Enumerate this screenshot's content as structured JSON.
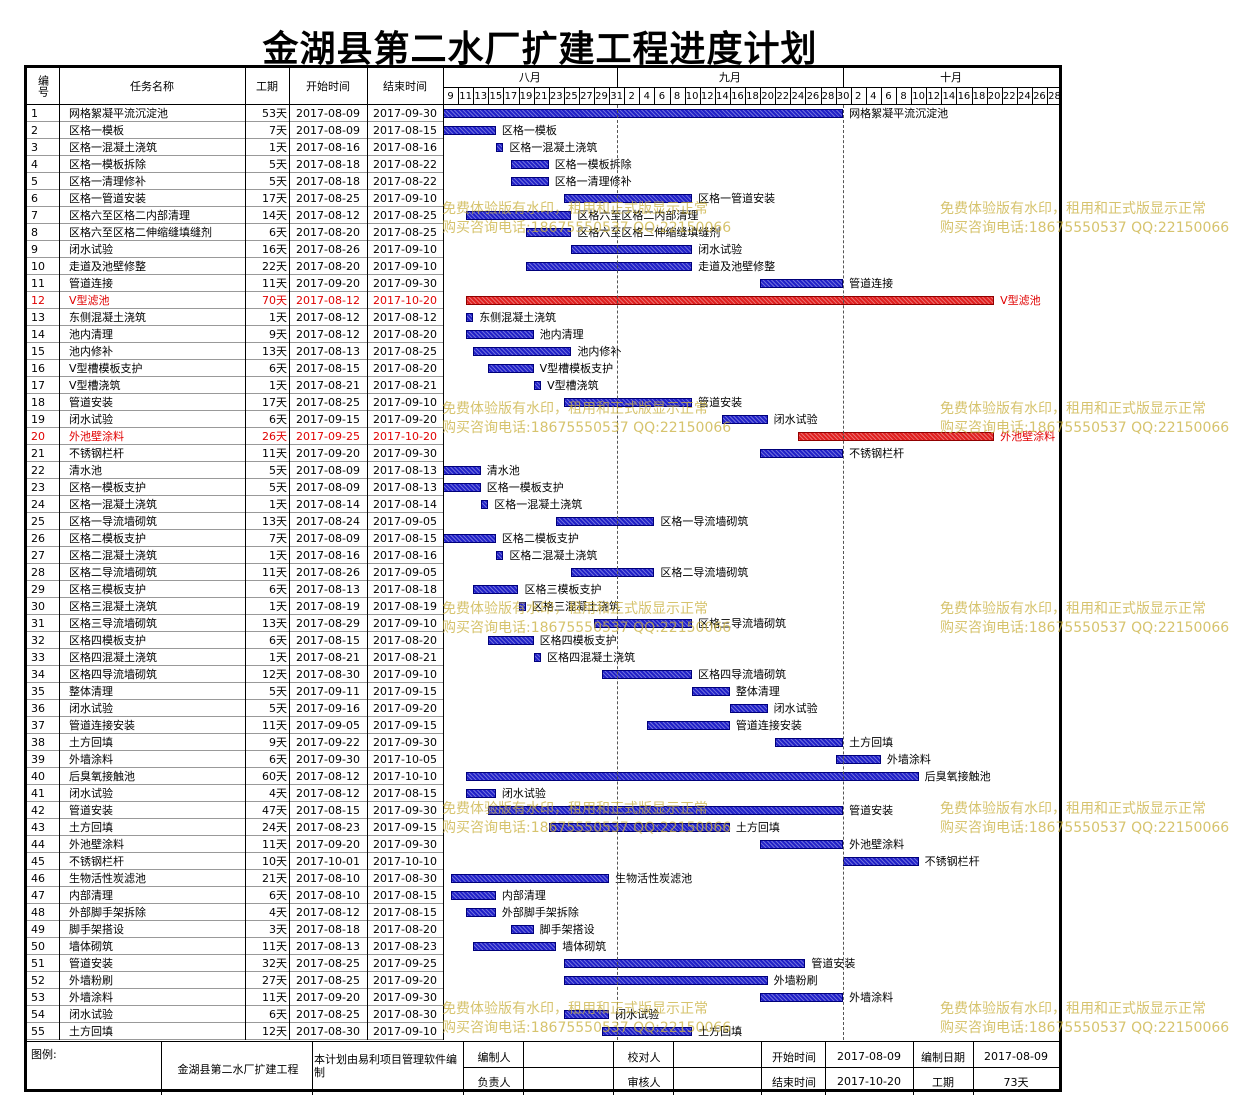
{
  "title": "金湖县第二水厂扩建工程进度计划",
  "columns": {
    "id": "编号",
    "name": "任务名称",
    "duration": "工期",
    "start": "开始时间",
    "end": "结束时间"
  },
  "months": [
    "八月",
    "九月",
    "十月"
  ],
  "day_ticks": [
    {
      "label": "9",
      "date": "2017-08-09"
    },
    {
      "label": "11",
      "date": "2017-08-11"
    },
    {
      "label": "13",
      "date": "2017-08-13"
    },
    {
      "label": "15",
      "date": "2017-08-15"
    },
    {
      "label": "17",
      "date": "2017-08-17"
    },
    {
      "label": "19",
      "date": "2017-08-19"
    },
    {
      "label": "21",
      "date": "2017-08-21"
    },
    {
      "label": "23",
      "date": "2017-08-23"
    },
    {
      "label": "25",
      "date": "2017-08-25"
    },
    {
      "label": "27",
      "date": "2017-08-27"
    },
    {
      "label": "29",
      "date": "2017-08-29"
    },
    {
      "label": "31",
      "date": "2017-08-31"
    },
    {
      "label": "2",
      "date": "2017-09-02"
    },
    {
      "label": "4",
      "date": "2017-09-04"
    },
    {
      "label": "6",
      "date": "2017-09-06"
    },
    {
      "label": "8",
      "date": "2017-09-08"
    },
    {
      "label": "10",
      "date": "2017-09-10"
    },
    {
      "label": "12",
      "date": "2017-09-12"
    },
    {
      "label": "14",
      "date": "2017-09-14"
    },
    {
      "label": "16",
      "date": "2017-09-16"
    },
    {
      "label": "18",
      "date": "2017-09-18"
    },
    {
      "label": "20",
      "date": "2017-09-20"
    },
    {
      "label": "22",
      "date": "2017-09-22"
    },
    {
      "label": "24",
      "date": "2017-09-24"
    },
    {
      "label": "26",
      "date": "2017-09-26"
    },
    {
      "label": "28",
      "date": "2017-09-28"
    },
    {
      "label": "30",
      "date": "2017-09-30"
    },
    {
      "label": "2",
      "date": "2017-10-02"
    },
    {
      "label": "4",
      "date": "2017-10-04"
    },
    {
      "label": "6",
      "date": "2017-10-06"
    },
    {
      "label": "8",
      "date": "2017-10-08"
    },
    {
      "label": "10",
      "date": "2017-10-10"
    },
    {
      "label": "12",
      "date": "2017-10-12"
    },
    {
      "label": "14",
      "date": "2017-10-14"
    },
    {
      "label": "16",
      "date": "2017-10-16"
    },
    {
      "label": "18",
      "date": "2017-10-18"
    },
    {
      "label": "20",
      "date": "2017-10-20"
    },
    {
      "label": "22",
      "date": "2017-10-22"
    },
    {
      "label": "24",
      "date": "2017-10-24"
    },
    {
      "label": "26",
      "date": "2017-10-26"
    },
    {
      "label": "28",
      "date": "2017-10-28"
    }
  ],
  "tasks": [
    {
      "id": "1",
      "name": "网格絮凝平流沉淀池",
      "duration": "53天",
      "start": "2017-08-09",
      "end": "2017-09-30",
      "critical": false
    },
    {
      "id": "2",
      "name": "区格一模板",
      "duration": "7天",
      "start": "2017-08-09",
      "end": "2017-08-15",
      "critical": false
    },
    {
      "id": "3",
      "name": "区格一混凝土浇筑",
      "duration": "1天",
      "start": "2017-08-16",
      "end": "2017-08-16",
      "critical": false
    },
    {
      "id": "4",
      "name": "区格一模板拆除",
      "duration": "5天",
      "start": "2017-08-18",
      "end": "2017-08-22",
      "critical": false
    },
    {
      "id": "5",
      "name": "区格一清理修补",
      "duration": "5天",
      "start": "2017-08-18",
      "end": "2017-08-22",
      "critical": false
    },
    {
      "id": "6",
      "name": "区格一管道安装",
      "duration": "17天",
      "start": "2017-08-25",
      "end": "2017-09-10",
      "critical": false
    },
    {
      "id": "7",
      "name": "区格六至区格二内部清理",
      "duration": "14天",
      "start": "2017-08-12",
      "end": "2017-08-25",
      "critical": false
    },
    {
      "id": "8",
      "name": "区格六至区格二伸缩缝填缝剂",
      "duration": "6天",
      "start": "2017-08-20",
      "end": "2017-08-25",
      "critical": false
    },
    {
      "id": "9",
      "name": "闭水试验",
      "duration": "16天",
      "start": "2017-08-26",
      "end": "2017-09-10",
      "critical": false
    },
    {
      "id": "10",
      "name": "走道及池壁修整",
      "duration": "22天",
      "start": "2017-08-20",
      "end": "2017-09-10",
      "critical": false
    },
    {
      "id": "11",
      "name": "管道连接",
      "duration": "11天",
      "start": "2017-09-20",
      "end": "2017-09-30",
      "critical": false
    },
    {
      "id": "12",
      "name": "V型滤池",
      "duration": "70天",
      "start": "2017-08-12",
      "end": "2017-10-20",
      "critical": true
    },
    {
      "id": "13",
      "name": "东侧混凝土浇筑",
      "duration": "1天",
      "start": "2017-08-12",
      "end": "2017-08-12",
      "critical": false
    },
    {
      "id": "14",
      "name": "池内清理",
      "duration": "9天",
      "start": "2017-08-12",
      "end": "2017-08-20",
      "critical": false
    },
    {
      "id": "15",
      "name": "池内修补",
      "duration": "13天",
      "start": "2017-08-13",
      "end": "2017-08-25",
      "critical": false
    },
    {
      "id": "16",
      "name": "V型槽模板支护",
      "duration": "6天",
      "start": "2017-08-15",
      "end": "2017-08-20",
      "critical": false
    },
    {
      "id": "17",
      "name": "V型槽浇筑",
      "duration": "1天",
      "start": "2017-08-21",
      "end": "2017-08-21",
      "critical": false
    },
    {
      "id": "18",
      "name": "管道安装",
      "duration": "17天",
      "start": "2017-08-25",
      "end": "2017-09-10",
      "critical": false
    },
    {
      "id": "19",
      "name": "闭水试验",
      "duration": "6天",
      "start": "2017-09-15",
      "end": "2017-09-20",
      "critical": false
    },
    {
      "id": "20",
      "name": "外池壁涂料",
      "duration": "26天",
      "start": "2017-09-25",
      "end": "2017-10-20",
      "critical": true
    },
    {
      "id": "21",
      "name": "不锈钢栏杆",
      "duration": "11天",
      "start": "2017-09-20",
      "end": "2017-09-30",
      "critical": false
    },
    {
      "id": "22",
      "name": "清水池",
      "duration": "5天",
      "start": "2017-08-09",
      "end": "2017-08-13",
      "critical": false
    },
    {
      "id": "23",
      "name": "区格一模板支护",
      "duration": "5天",
      "start": "2017-08-09",
      "end": "2017-08-13",
      "critical": false
    },
    {
      "id": "24",
      "name": "区格一混凝土浇筑",
      "duration": "1天",
      "start": "2017-08-14",
      "end": "2017-08-14",
      "critical": false
    },
    {
      "id": "25",
      "name": "区格一导流墙砌筑",
      "duration": "13天",
      "start": "2017-08-24",
      "end": "2017-09-05",
      "critical": false
    },
    {
      "id": "26",
      "name": "区格二模板支护",
      "duration": "7天",
      "start": "2017-08-09",
      "end": "2017-08-15",
      "critical": false
    },
    {
      "id": "27",
      "name": "区格二混凝土浇筑",
      "duration": "1天",
      "start": "2017-08-16",
      "end": "2017-08-16",
      "critical": false
    },
    {
      "id": "28",
      "name": "区格二导流墙砌筑",
      "duration": "11天",
      "start": "2017-08-26",
      "end": "2017-09-05",
      "critical": false
    },
    {
      "id": "29",
      "name": "区格三模板支护",
      "duration": "6天",
      "start": "2017-08-13",
      "end": "2017-08-18",
      "critical": false
    },
    {
      "id": "30",
      "name": "区格三混凝土浇筑",
      "duration": "1天",
      "start": "2017-08-19",
      "end": "2017-08-19",
      "critical": false
    },
    {
      "id": "31",
      "name": "区格三导流墙砌筑",
      "duration": "13天",
      "start": "2017-08-29",
      "end": "2017-09-10",
      "critical": false
    },
    {
      "id": "32",
      "name": "区格四模板支护",
      "duration": "6天",
      "start": "2017-08-15",
      "end": "2017-08-20",
      "critical": false
    },
    {
      "id": "33",
      "name": "区格四混凝土浇筑",
      "duration": "1天",
      "start": "2017-08-21",
      "end": "2017-08-21",
      "critical": false
    },
    {
      "id": "34",
      "name": "区格四导流墙砌筑",
      "duration": "12天",
      "start": "2017-08-30",
      "end": "2017-09-10",
      "critical": false
    },
    {
      "id": "35",
      "name": "整体清理",
      "duration": "5天",
      "start": "2017-09-11",
      "end": "2017-09-15",
      "critical": false
    },
    {
      "id": "36",
      "name": "闭水试验",
      "duration": "5天",
      "start": "2017-09-16",
      "end": "2017-09-20",
      "critical": false
    },
    {
      "id": "37",
      "name": "管道连接安装",
      "duration": "11天",
      "start": "2017-09-05",
      "end": "2017-09-15",
      "critical": false
    },
    {
      "id": "38",
      "name": "土方回填",
      "duration": "9天",
      "start": "2017-09-22",
      "end": "2017-09-30",
      "critical": false
    },
    {
      "id": "39",
      "name": "外墙涂料",
      "duration": "6天",
      "start": "2017-09-30",
      "end": "2017-10-05",
      "critical": false
    },
    {
      "id": "40",
      "name": "后臭氧接触池",
      "duration": "60天",
      "start": "2017-08-12",
      "end": "2017-10-10",
      "critical": false
    },
    {
      "id": "41",
      "name": "闭水试验",
      "duration": "4天",
      "start": "2017-08-12",
      "end": "2017-08-15",
      "critical": false
    },
    {
      "id": "42",
      "name": "管道安装",
      "duration": "47天",
      "start": "2017-08-15",
      "end": "2017-09-30",
      "critical": false
    },
    {
      "id": "43",
      "name": "土方回填",
      "duration": "24天",
      "start": "2017-08-23",
      "end": "2017-09-15",
      "critical": false
    },
    {
      "id": "44",
      "name": "外池壁涂料",
      "duration": "11天",
      "start": "2017-09-20",
      "end": "2017-09-30",
      "critical": false
    },
    {
      "id": "45",
      "name": "不锈钢栏杆",
      "duration": "10天",
      "start": "2017-10-01",
      "end": "2017-10-10",
      "critical": false
    },
    {
      "id": "46",
      "name": "生物活性炭滤池",
      "duration": "21天",
      "start": "2017-08-10",
      "end": "2017-08-30",
      "critical": false
    },
    {
      "id": "47",
      "name": "内部清理",
      "duration": "6天",
      "start": "2017-08-10",
      "end": "2017-08-15",
      "critical": false
    },
    {
      "id": "48",
      "name": "外部脚手架拆除",
      "duration": "4天",
      "start": "2017-08-12",
      "end": "2017-08-15",
      "critical": false
    },
    {
      "id": "49",
      "name": "脚手架搭设",
      "duration": "3天",
      "start": "2017-08-18",
      "end": "2017-08-20",
      "critical": false
    },
    {
      "id": "50",
      "name": "墙体砌筑",
      "duration": "11天",
      "start": "2017-08-13",
      "end": "2017-08-23",
      "critical": false
    },
    {
      "id": "51",
      "name": "管道安装",
      "duration": "32天",
      "start": "2017-08-25",
      "end": "2017-09-25",
      "critical": false
    },
    {
      "id": "52",
      "name": "外墙粉刷",
      "duration": "27天",
      "start": "2017-08-25",
      "end": "2017-09-20",
      "critical": false
    },
    {
      "id": "53",
      "name": "外墙涂料",
      "duration": "11天",
      "start": "2017-09-20",
      "end": "2017-09-30",
      "critical": false
    },
    {
      "id": "54",
      "name": "闭水试验",
      "duration": "6天",
      "start": "2017-08-25",
      "end": "2017-08-30",
      "critical": false
    },
    {
      "id": "55",
      "name": "土方回填",
      "duration": "12天",
      "start": "2017-08-30",
      "end": "2017-09-10",
      "critical": false
    }
  ],
  "footer": {
    "legend_label": "图例:",
    "project_name": "金湖县第二水厂扩建工程",
    "software_note": "本计划由易利项目管理软件编制",
    "editor_label": "编制人",
    "reviewer_label": "校对人",
    "start_label": "开始时间",
    "start_value": "2017-08-09",
    "date_label": "编制日期",
    "date_value": "2017-08-09",
    "owner_label": "负责人",
    "auditor_label": "审核人",
    "end_label": "结束时间",
    "end_value": "2017-10-20",
    "total_label": "工期",
    "total_value": "73天"
  },
  "watermark": {
    "line1": "免费体验版有水印，租用和正式版显示正常",
    "line2": "购买咨询电话:18675550537 QQ:22150066"
  },
  "colors": {
    "bar": "#2020c8",
    "critical_bar": "#e02020",
    "critical_text": "#e00000",
    "watermark": "#c8af3c"
  }
}
